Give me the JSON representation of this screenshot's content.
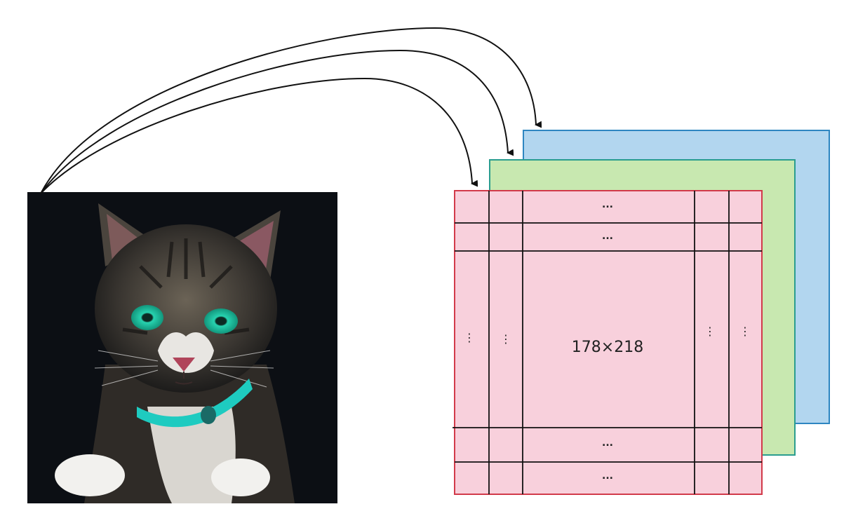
{
  "image": {
    "subject": "cat-photo"
  },
  "layers": [
    {
      "role": "back",
      "color": "#b2d6ef",
      "border": "#2e86c1"
    },
    {
      "role": "middle",
      "color": "#c8e8b0",
      "border": "#2a9d8f"
    },
    {
      "role": "front",
      "color": "#f8d0dc",
      "border": "#d23a4a"
    }
  ],
  "grid": {
    "center_label": "178×218",
    "row_ellipsis": "...",
    "col_ellipsis": "⋮"
  },
  "colors": {
    "line": "#111111",
    "image_bg": "#0c0f14",
    "eye": "#27d3b0",
    "collar": "#1ecbc0"
  }
}
